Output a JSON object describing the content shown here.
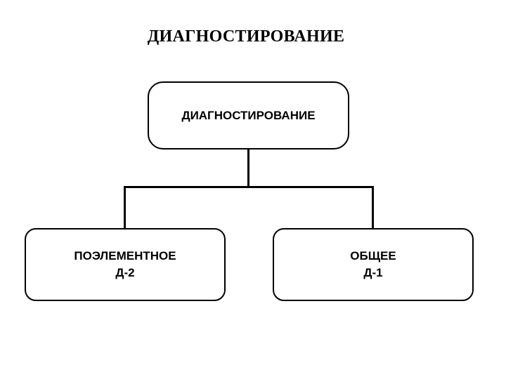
{
  "page": {
    "title": "ДИАГНОСТИРОВАНИЕ",
    "background_color": "#ffffff",
    "line_color": "#000000",
    "text_color": "#000000"
  },
  "diagram": {
    "type": "tree",
    "orientation": "top-down",
    "root": {
      "id": "root",
      "label": "ДИАГНОСТИРОВАНИЕ"
    },
    "children": [
      {
        "id": "left",
        "line1": "ПОЭЛЕМЕНТНОЕ",
        "line2": "Д-2"
      },
      {
        "id": "right",
        "line1": "ОБЩЕЕ",
        "line2": "Д-1"
      }
    ]
  }
}
